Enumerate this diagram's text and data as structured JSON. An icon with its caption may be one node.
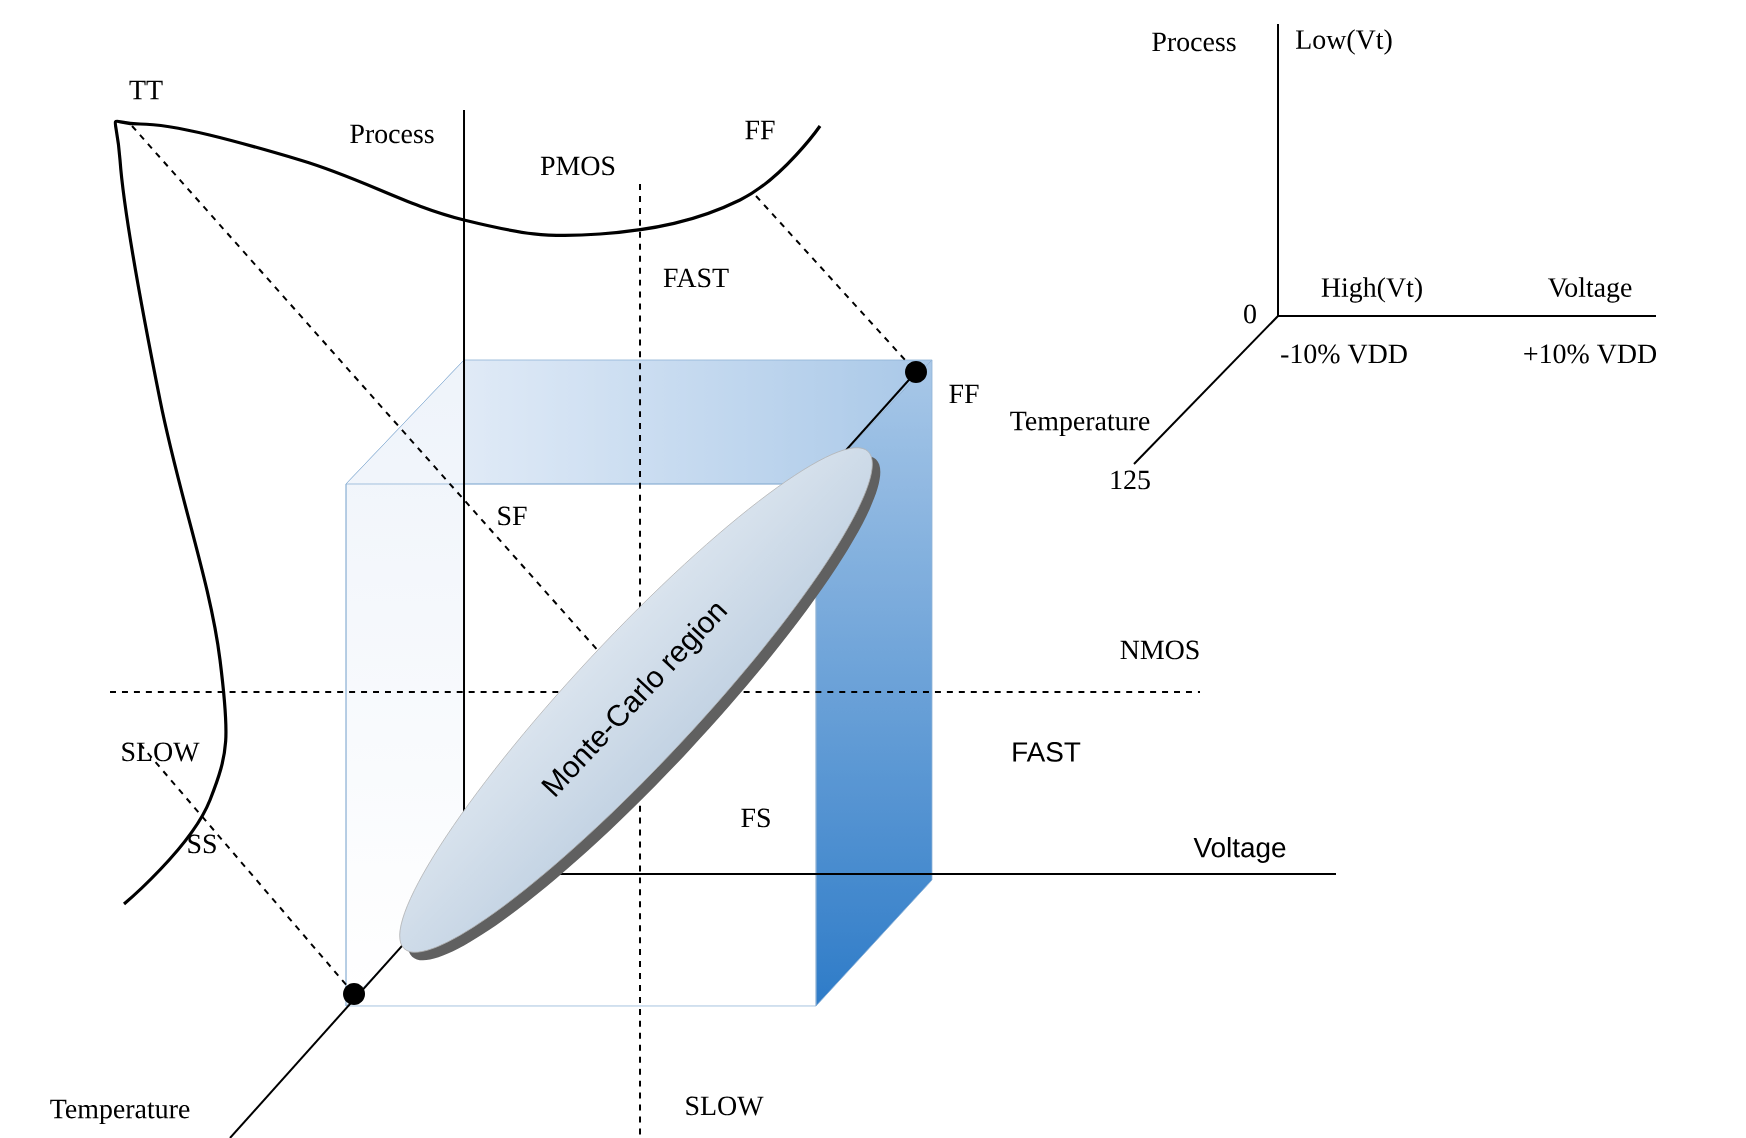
{
  "diagram": {
    "nodes": [
      {
        "text": [
          "Monte-Carlo region"
        ]
      }
    ],
    "labels": [
      "TT",
      "Process",
      "PMOS",
      "FF",
      "FAST",
      "FF",
      "SF",
      "NMOS",
      "SLOW",
      "FAST",
      "FS",
      "SS",
      "Voltage",
      "Temperature",
      "SLOW",
      "Process",
      "Low(Vt)",
      "0",
      "High(Vt)",
      "Voltage",
      "-10% VDD",
      "+10% VDD",
      "Temperature",
      "125"
    ]
  }
}
